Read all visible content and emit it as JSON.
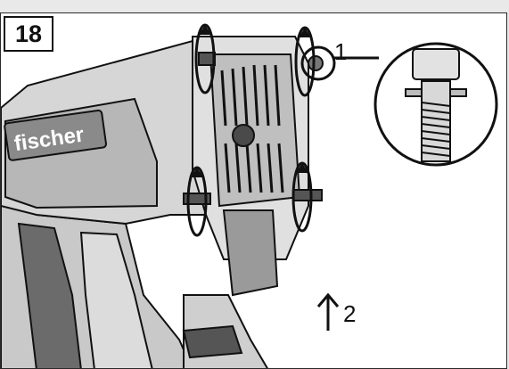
{
  "figure": {
    "step_number": "18",
    "callout_screw": "1",
    "callout_direction": "2",
    "brand_text": "fischer"
  },
  "colors": {
    "ink": "#111111",
    "tool_light": "#d4d4d4",
    "tool_mid": "#b8b8b8",
    "tool_dark": "#5a5a5a",
    "background": "#ffffff"
  }
}
